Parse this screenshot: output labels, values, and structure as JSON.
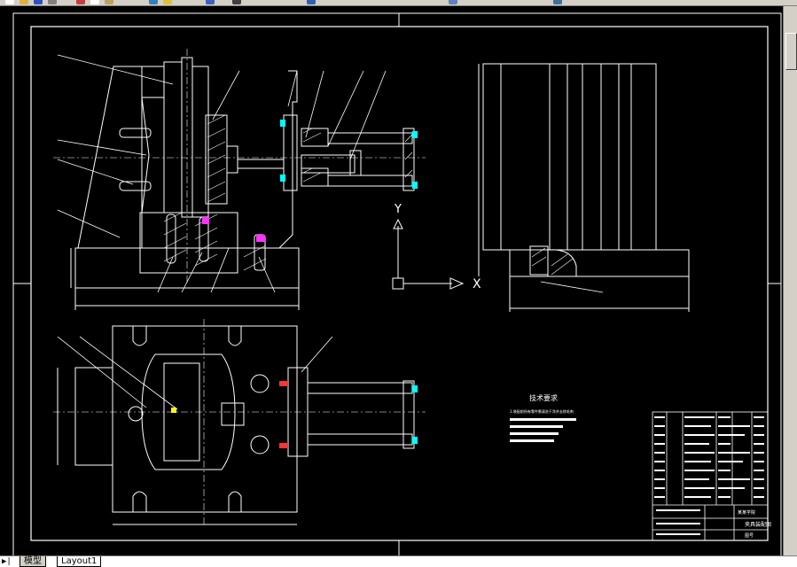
{
  "window": {
    "toolbar_icons": [
      "new-icon",
      "open-icon",
      "save-icon",
      "print-icon",
      "cut-icon",
      "copy-icon",
      "paste-icon",
      "undo-icon",
      "redo-icon",
      "pan-icon",
      "zoom-icon",
      "properties-icon",
      "layer-icon",
      "block-icon"
    ]
  },
  "drawing": {
    "axis_y_label": "Y",
    "axis_x_label": "X",
    "notes_heading": "技术要求",
    "notes_line": "1.装配前所有零件需清洗干净并去除毛刺",
    "title_block_title": "夹具装配图",
    "title_block_school": "某某学院",
    "title_block_code": "图号"
  },
  "layout_tabs": [
    {
      "label": "模型",
      "active": true
    },
    {
      "label": "Layout1",
      "active": false
    }
  ],
  "statusbar": {
    "nav_glyph": "▶|"
  },
  "colors": {
    "background": "#000000",
    "lines": "#ffffff",
    "leader_yellow": "#ffff00",
    "cyan": "#00ffff",
    "red": "#ff3333",
    "magenta": "#ff33ff"
  }
}
